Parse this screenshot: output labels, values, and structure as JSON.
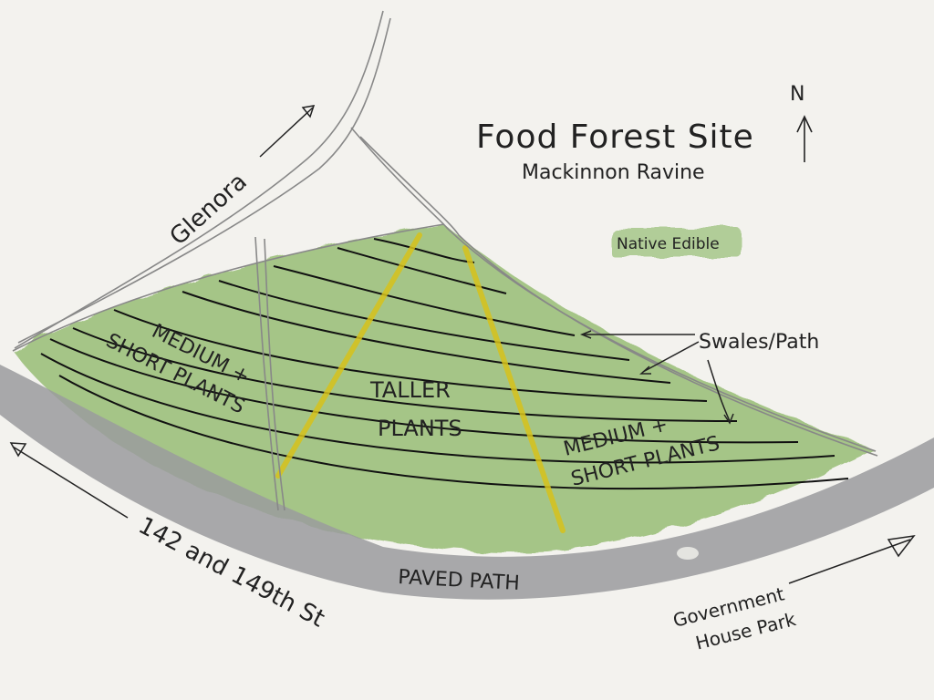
{
  "title": "Food Forest Site",
  "subtitle": "Mackinnon Ravine",
  "north_label": "N",
  "legend": {
    "label": "Native Edible",
    "swatch_color": "#8fb86a"
  },
  "callout": "Swales/Path",
  "zones": {
    "left": [
      "MEDIUM +",
      "SHORT PLANTS"
    ],
    "center": [
      "TALLER",
      "PLANTS"
    ],
    "right": [
      "MEDIUM +",
      "SHORT PLANTS"
    ]
  },
  "path_label": "PAVED PATH",
  "roads": {
    "glenora": "Glenora",
    "street": "142 and 149th St",
    "park": [
      "Government",
      "House Park"
    ]
  },
  "colors": {
    "background": "#f3f2ee",
    "vegetation": "#8fb86a",
    "paved_path": "#9a9b9d",
    "divider": "#d7c21c",
    "ink": "#222222"
  }
}
